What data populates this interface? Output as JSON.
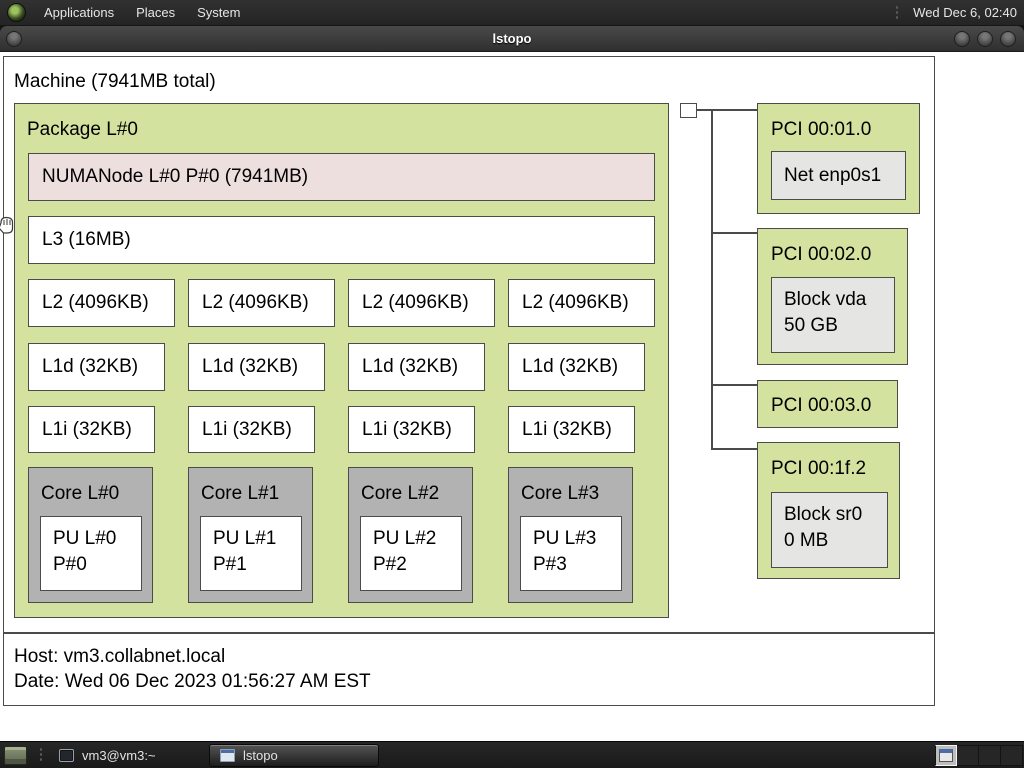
{
  "panel": {
    "menus": [
      {
        "label": "Applications"
      },
      {
        "label": "Places"
      },
      {
        "label": "System"
      }
    ],
    "clock": "Wed Dec 6, 02:40"
  },
  "window": {
    "title": "lstopo"
  },
  "machine": {
    "label": "Machine (7941MB total)"
  },
  "package": {
    "label": "Package L#0",
    "numanode": "NUMANode L#0 P#0 (7941MB)",
    "l3": "L3 (16MB)",
    "l2": [
      "L2 (4096KB)",
      "L2 (4096KB)",
      "L2 (4096KB)",
      "L2 (4096KB)"
    ],
    "l1d": [
      "L1d (32KB)",
      "L1d (32KB)",
      "L1d (32KB)",
      "L1d (32KB)"
    ],
    "l1i": [
      "L1i (32KB)",
      "L1i (32KB)",
      "L1i (32KB)",
      "L1i (32KB)"
    ],
    "cores": [
      {
        "label": "Core L#0",
        "pu": [
          "PU L#0",
          "P#0"
        ]
      },
      {
        "label": "Core L#1",
        "pu": [
          "PU L#1",
          "P#1"
        ]
      },
      {
        "label": "Core L#2",
        "pu": [
          "PU L#2",
          "P#2"
        ]
      },
      {
        "label": "Core L#3",
        "pu": [
          "PU L#3",
          "P#3"
        ]
      }
    ]
  },
  "pci": [
    {
      "label": "PCI 00:01.0",
      "device": [
        "Net enp0s1"
      ]
    },
    {
      "label": "PCI 00:02.0",
      "device": [
        "Block vda",
        "50 GB"
      ]
    },
    {
      "label": "PCI 00:03.0",
      "device": []
    },
    {
      "label": "PCI 00:1f.2",
      "device": [
        "Block sr0",
        "0 MB"
      ]
    }
  ],
  "legend": {
    "host": "Host: vm3.collabnet.local",
    "date": "Date: Wed 06 Dec 2023 01:56:27 AM EST"
  },
  "taskbar": {
    "tasks": [
      {
        "label": "vm3@vm3:~",
        "active": false
      },
      {
        "label": "lstopo",
        "active": true
      }
    ]
  },
  "colors": {
    "package_green": "#d4e29f",
    "numanode_pink": "#ecdfdd",
    "core_gray": "#b2b2b2",
    "device_gray": "#e5e5e3",
    "box_border": "#4b4b4b",
    "panel_dark": "#2a2a2a"
  }
}
